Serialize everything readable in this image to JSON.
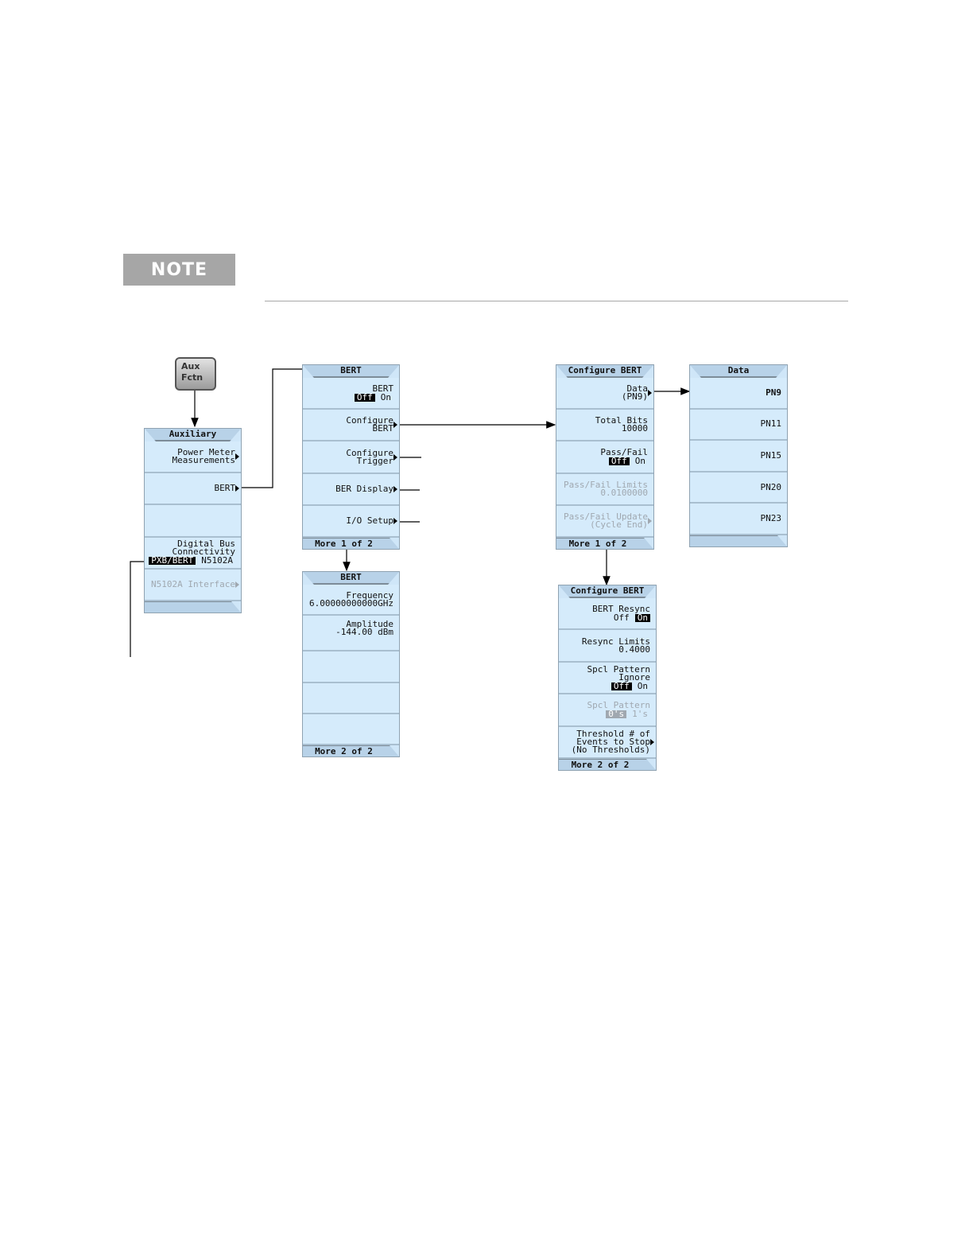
{
  "note": {
    "badge": "NOTE"
  },
  "aux_key": {
    "line1": "Aux",
    "line2": "Fctn"
  },
  "menus": {
    "auxiliary": {
      "title": "Auxiliary",
      "power_meter": [
        "Power Meter",
        "Measurements"
      ],
      "bert": "BERT",
      "digital_bus": [
        "Digital Bus",
        "Connectivity"
      ],
      "digital_bus_options": [
        "PXB/BERT",
        "N5102A"
      ],
      "n5102a": "N5102A Interface"
    },
    "bert1": {
      "title": "BERT",
      "bert_label": "BERT",
      "bert_toggle": [
        "Off",
        "On"
      ],
      "configure_bert": [
        "Configure",
        "BERT"
      ],
      "configure_trigger": [
        "Configure",
        "Trigger"
      ],
      "ber_display": "BER Display",
      "io_setup": "I/O Setup",
      "footer": "More 1 of 2"
    },
    "bert2": {
      "title": "BERT",
      "frequency": [
        "Frequency",
        "6.00000000000GHz"
      ],
      "amplitude": [
        "Amplitude",
        "-144.00 dBm"
      ],
      "footer": "More 2 of 2"
    },
    "configure_bert1": {
      "title": "Configure BERT",
      "data": [
        "Data",
        "(PN9)"
      ],
      "total_bits": [
        "Total Bits",
        "10000"
      ],
      "pass_fail": "Pass/Fail",
      "pass_fail_toggle": [
        "Off",
        "On"
      ],
      "pass_fail_limits": [
        "Pass/Fail Limits",
        "0.0100000"
      ],
      "pass_fail_update": [
        "Pass/Fail Update",
        "(Cycle End)"
      ],
      "footer": "More 1 of 2"
    },
    "configure_bert2": {
      "title": "Configure BERT",
      "bert_resync": "BERT Resync",
      "bert_resync_toggle": [
        "Off",
        "On"
      ],
      "resync_limits": [
        "Resync Limits",
        "0.4000"
      ],
      "spcl_pattern_ignore": [
        "Spcl Pattern",
        "Ignore"
      ],
      "spcl_pattern_ignore_toggle": [
        "Off",
        "On"
      ],
      "spcl_pattern": "Spcl Pattern",
      "spcl_pattern_toggle": [
        "0's",
        "1's"
      ],
      "threshold": [
        "Threshold # of",
        "Events to Stop",
        "(No Thresholds)"
      ],
      "footer": "More 2 of 2"
    },
    "data": {
      "title": "Data",
      "items": [
        "PN9",
        "PN11",
        "PN15",
        "PN20",
        "PN23"
      ]
    }
  }
}
